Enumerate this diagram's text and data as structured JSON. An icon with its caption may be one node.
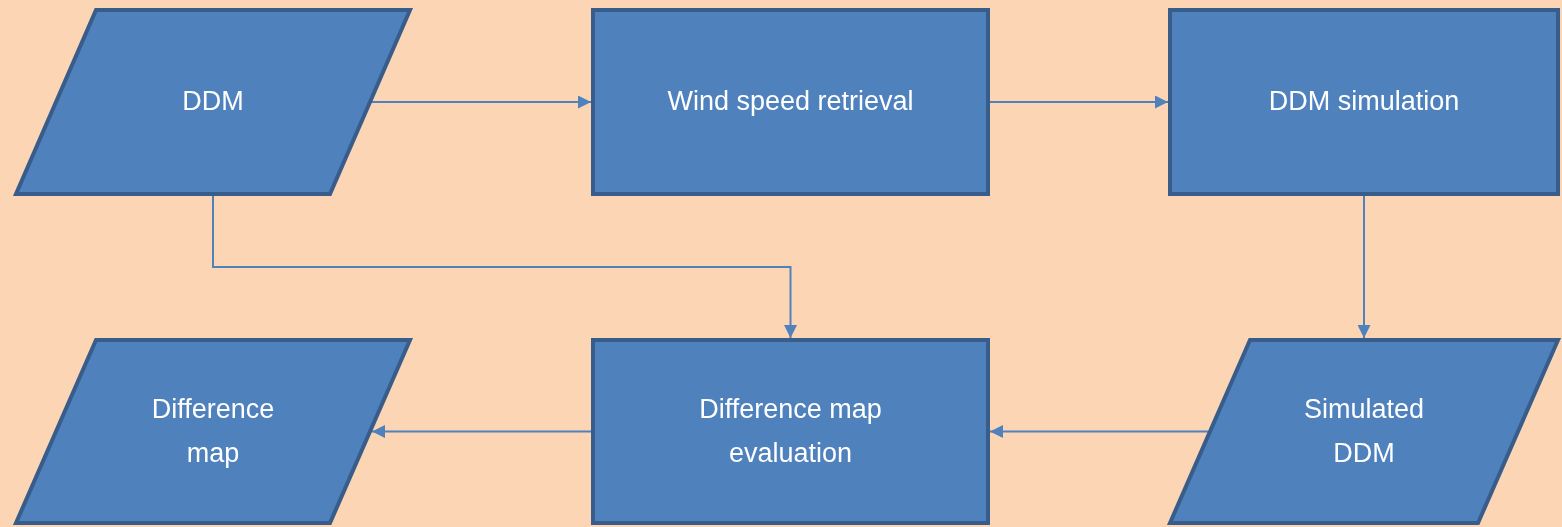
{
  "diagram": {
    "nodes": [
      {
        "text": [
          "DDM"
        ]
      },
      {
        "text": [
          "Wind speed retrieval"
        ]
      },
      {
        "text": [
          "DDM simulation"
        ]
      },
      {
        "text": [
          "Simulated DDM"
        ]
      },
      {
        "text": [
          "Difference map evaluation"
        ]
      },
      {
        "text": [
          "Difference map"
        ]
      }
    ],
    "edges": [
      {
        "from": 0,
        "to": 1,
        "arrow": "to"
      },
      {
        "from": 1,
        "to": 2,
        "arrow": "to"
      },
      {
        "from": 2,
        "to": 3,
        "arrow": "to"
      },
      {
        "from": 0,
        "to": 4,
        "arrow": "to"
      },
      {
        "from": 3,
        "to": 4,
        "arrow": "to"
      },
      {
        "from": 4,
        "to": 5,
        "arrow": "to"
      }
    ]
  }
}
